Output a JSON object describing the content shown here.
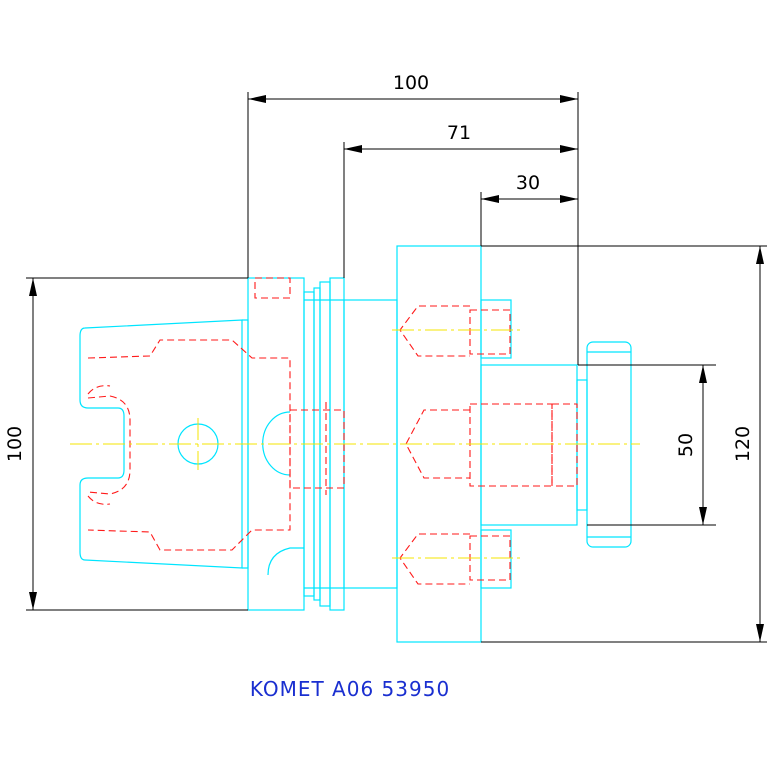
{
  "dimensions": {
    "top_overall": "100",
    "top_middle": "71",
    "top_short": "30",
    "left_height": "100",
    "right_inner": "50",
    "right_outer": "120"
  },
  "caption": "KOMET A06 53950",
  "colors": {
    "outline": "#00e5ff",
    "hidden": "#ff1a1a",
    "centerline": "#f5e400",
    "dimension": "#000000",
    "caption": "#1a2fd0"
  }
}
